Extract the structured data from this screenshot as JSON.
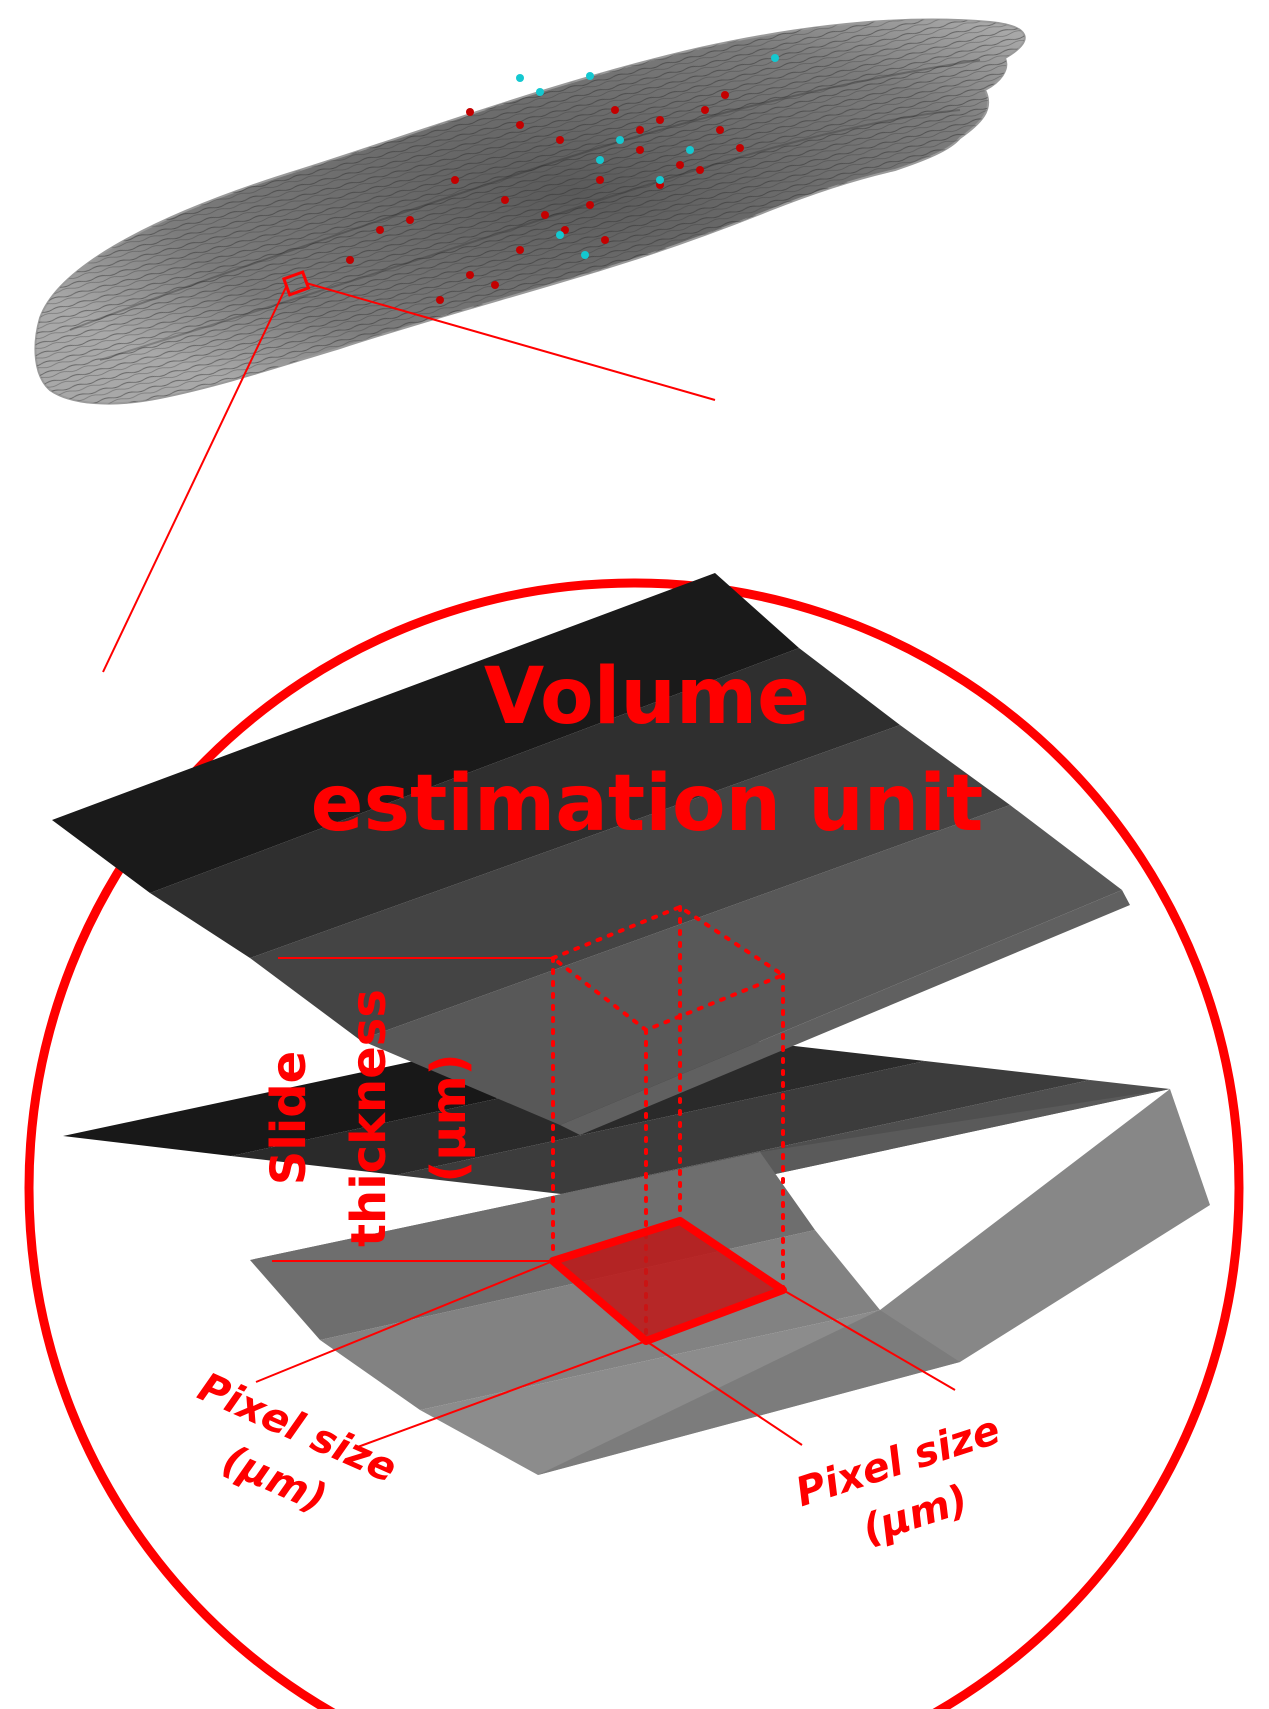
{
  "title_line1": "Volume",
  "title_line2": "estimation unit",
  "thickness_label_line1": "Slide",
  "thickness_label_line2": "thickness",
  "thickness_label_line3": "(µm)",
  "pixel_left_line1": "Pixel size",
  "pixel_left_line2": "(µm)",
  "pixel_right_line1": "Pixel size",
  "pixel_right_line2": "(µm)",
  "colors": {
    "accent": "#ff0000",
    "tissue": "#7a7a7a",
    "marker_red": "#c40000",
    "marker_cyan": "#14c8d0"
  }
}
